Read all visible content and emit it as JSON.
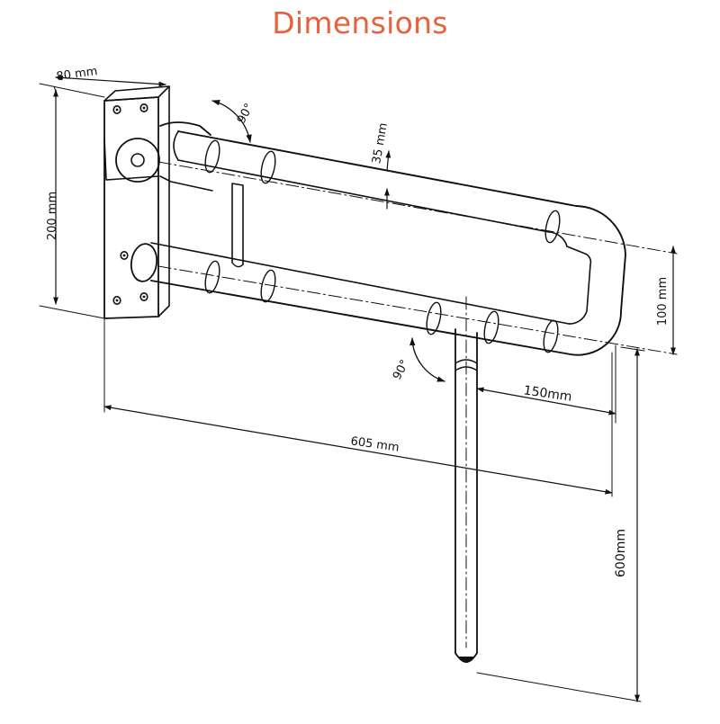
{
  "title": "Dimensions",
  "colors": {
    "title": "#e8603c",
    "line": "#111111",
    "background": "#ffffff"
  },
  "labels": {
    "depth": "80 mm",
    "height": "200 mm",
    "tube_diameter": "35 mm",
    "rail_spacing": "100 mm",
    "leg_offset": "150mm",
    "length": "605 mm",
    "leg_height": "600mm",
    "angle_top": "90°",
    "angle_bottom": "90°"
  }
}
